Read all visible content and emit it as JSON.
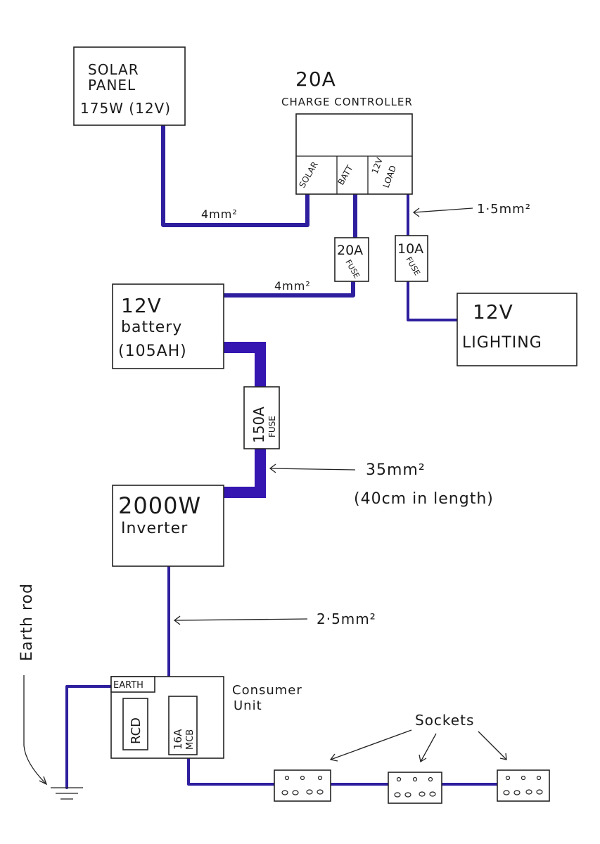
{
  "solar_panel": {
    "line1": "SOLAR",
    "line2": "PANEL",
    "line3": "175W (12V)"
  },
  "charge_controller": {
    "rating": "20A",
    "title": "CHARGE CONTROLLER",
    "terminal_solar": "SOLAR",
    "terminal_batt": "BATT",
    "terminal_load_1": "12V",
    "terminal_load_2": "LOAD"
  },
  "labels": {
    "wire_solar": "4mm²",
    "wire_load": "1·5mm²",
    "wire_batt": "4mm²",
    "wire_inverter_1": "35mm²",
    "wire_inverter_2": "(40cm in length)",
    "wire_ac": "2·5mm²"
  },
  "fuses": {
    "batt_fuse_rating": "20A",
    "batt_fuse_word": "FUSE",
    "load_fuse_rating": "10A",
    "load_fuse_word": "FUSE",
    "main_fuse_rating": "150A",
    "main_fuse_word": "FUSE"
  },
  "battery": {
    "line1": "12V",
    "line2": "battery",
    "line3": "(105AH)"
  },
  "lighting": {
    "line1": "12V",
    "line2": "LIGHTING"
  },
  "inverter": {
    "line1": "2000W",
    "line2": "Inverter"
  },
  "consumer_unit": {
    "title_1": "Consumer",
    "title_2": "Unit",
    "earth": "EARTH",
    "rcd": "RCD",
    "mcb_1": "16A",
    "mcb_2": "MCB"
  },
  "earth_rod": "Earth rod",
  "sockets_label": "Sockets",
  "colors": {
    "wire": "#2e1f9e",
    "ink": "#1a1a1a"
  }
}
